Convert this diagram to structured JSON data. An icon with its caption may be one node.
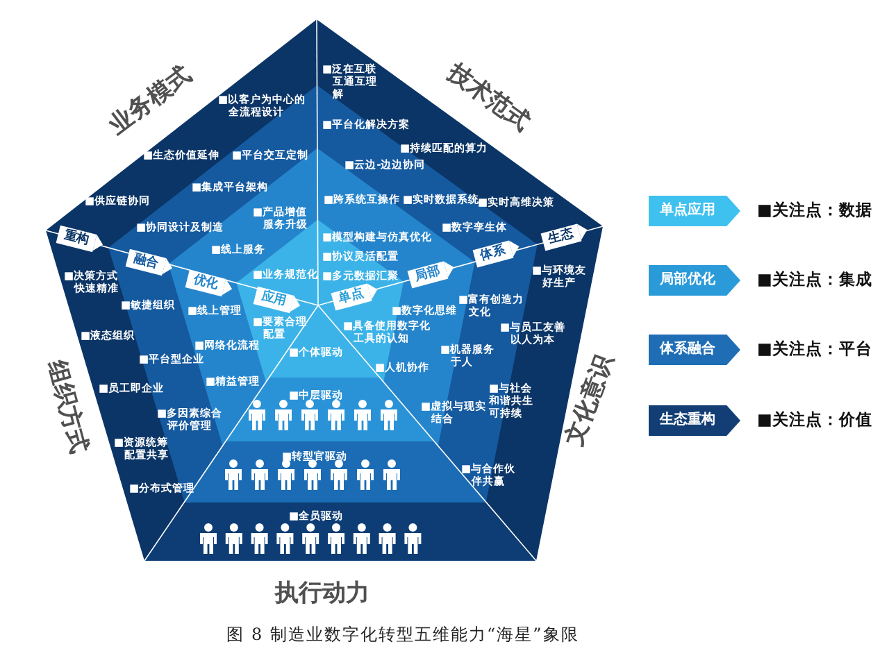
{
  "diagram": {
    "caption": "图 8 制造业数字化转型五维能力“海星”象限",
    "nodes": [
      {
        "text": [
          "重构"
        ]
      },
      {
        "text": [
          "融合"
        ]
      },
      {
        "text": [
          "优化"
        ]
      },
      {
        "text": [
          "应用"
        ]
      },
      {
        "text": [
          "单点"
        ]
      },
      {
        "text": [
          "局部"
        ]
      },
      {
        "text": [
          "体系"
        ]
      },
      {
        "text": [
          "生态"
        ]
      },
      {
        "text": [
          "单点应用"
        ],
        "beside": [
          "■关注点：数据"
        ]
      },
      {
        "text": [
          "局部优化"
        ],
        "beside": [
          "■关注点：集成"
        ]
      },
      {
        "text": [
          "体系融合"
        ],
        "beside": [
          "■关注点：平台"
        ]
      },
      {
        "text": [
          "生态重构"
        ],
        "beside": [
          "■关注点：价值"
        ]
      }
    ],
    "labels": [
      "业务模式",
      "■泛在互联互通互理解",
      "技术范式",
      "■以客户为中心的全流程设计",
      "■平台化解决方案",
      "■持续匹配的算力",
      "■生态价值延伸",
      "■平台交互定制",
      "■云边-边边协同",
      "■集成平台架构",
      "■供应链协同",
      "■跨系统互操作",
      "■实时数据系统",
      "■实时高维决策",
      "■产品增值服务升级",
      "■协同设计及制造",
      "■模型构建与仿真优化",
      "■数字孪生体",
      "■线上服务",
      "■协议灵活配置",
      "■与环境友好生产",
      "■业务规范化",
      "■多元数据汇聚",
      "■决策方式快速精准",
      "■富有创造力文化",
      "■敏捷组织",
      "■线上管理",
      "■数字化思维",
      "■要素合理配置",
      "■具备使用数字化工具的认知",
      "■与员工友善以人为本",
      "■液态组织",
      "■网络化流程",
      "■机器服务于人",
      "■个体驱动",
      "■平台型企业",
      "■人机协作",
      "■精益管理",
      "■员工即企业",
      "■与社会和谐共生可持续",
      "■中层驱动",
      "组织方式",
      "文化意识",
      "■多因素综合评价管理",
      "■虚拟与现实结合",
      "■资源统筹配置共享",
      "■转型官驱动",
      "■与合作伙伴共赢",
      "■分布式管理",
      "■全员驱动",
      "执行动力"
    ]
  }
}
